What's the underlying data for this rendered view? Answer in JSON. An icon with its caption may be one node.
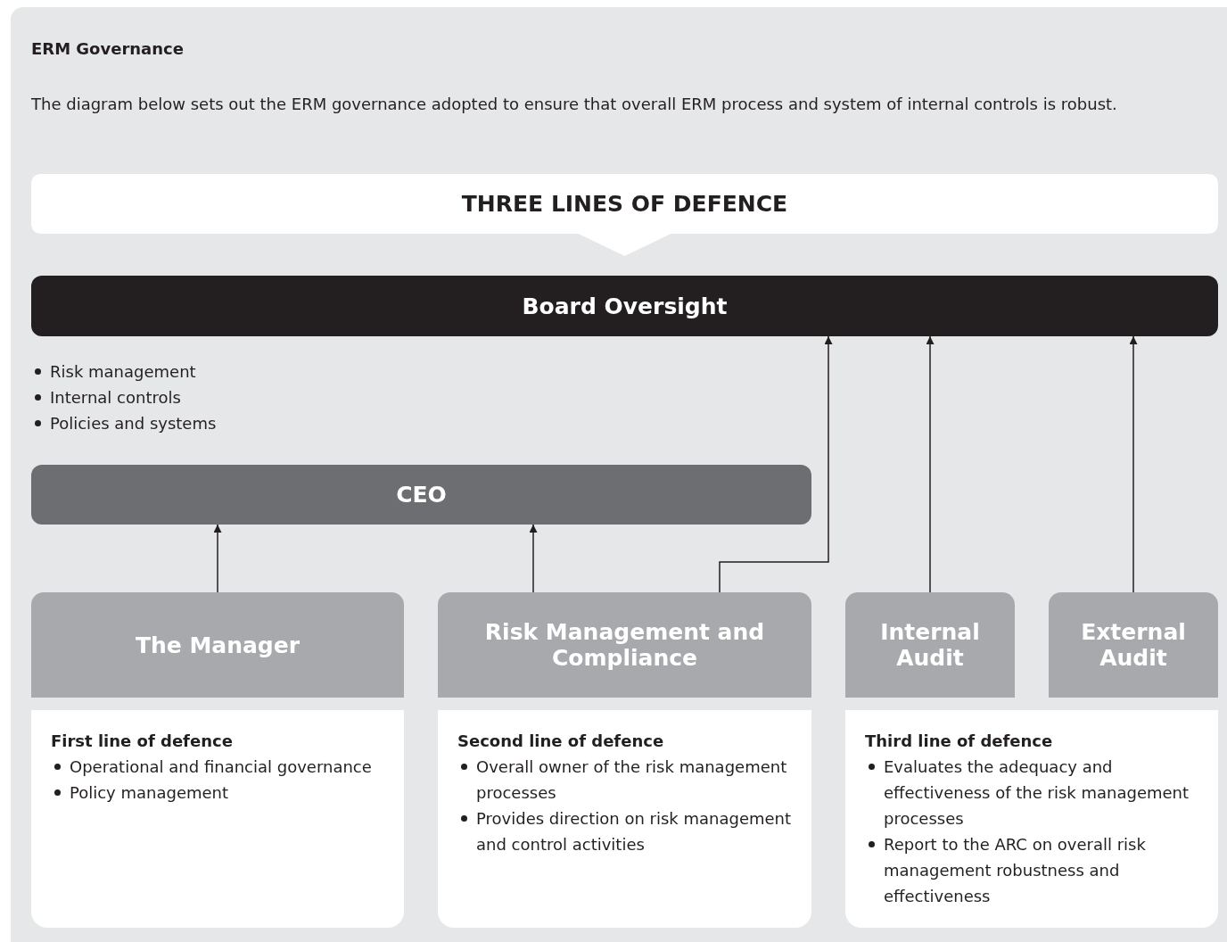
{
  "diagram": {
    "title": "ERM Governance",
    "nodes": [
      {
        "text": [
          "THREE LINES OF DEFENCE"
        ]
      },
      {
        "text": [
          "Board Oversight"
        ]
      },
      {
        "text": [
          "CEO"
        ]
      },
      {
        "text": [
          "The Manager"
        ]
      },
      {
        "text": [
          "Risk Management and Compliance"
        ]
      },
      {
        "text": [
          "Internal Audit"
        ]
      },
      {
        "text": [
          "External Audit"
        ]
      },
      {
        "text": [
          "First line of defence",
          "Operational and financial governance",
          "Policy management"
        ]
      },
      {
        "text": [
          "Second line of defence",
          "Overall owner of the risk management processes",
          "Provides direction on risk management and control activities"
        ]
      },
      {
        "text": [
          "Third line of defence",
          "Evaluates the adequacy and effectiveness of the risk management processes",
          "Report to the ARC on overall risk management robustness and effectiveness"
        ]
      }
    ],
    "edges": [
      {
        "from": 3,
        "to": 2,
        "arrow": "to"
      },
      {
        "from": 4,
        "to": 2,
        "arrow": "to"
      },
      {
        "from": 4,
        "to": 1,
        "arrow": "to"
      },
      {
        "from": 5,
        "to": 1,
        "arrow": "to"
      },
      {
        "from": 6,
        "to": 1,
        "arrow": "to"
      }
    ],
    "labels": [
      "The diagram below sets out the ERM governance adopted to ensure that overall ERM process and system of internal controls is robust.",
      "Risk management",
      "Internal controls",
      "Policies and systems"
    ]
  }
}
